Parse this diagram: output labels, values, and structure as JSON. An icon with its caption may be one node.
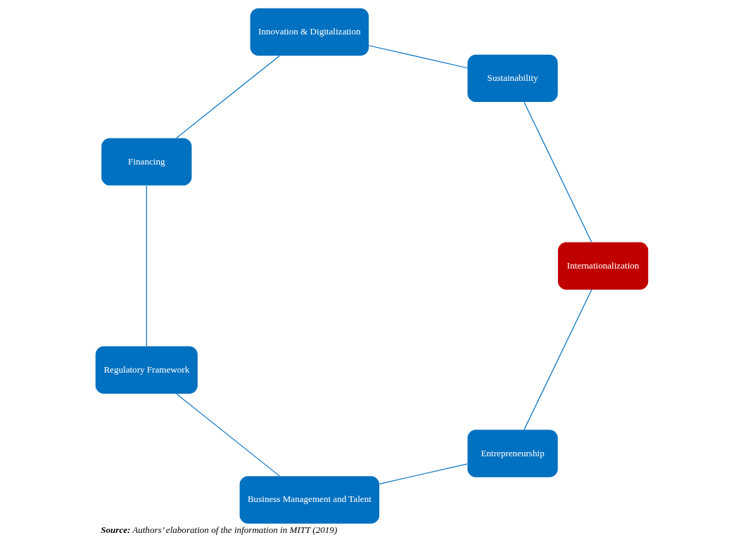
{
  "diagram": {
    "caption": "**Source:** *Authors’ elaboration of the information in MITT (2019)*",
    "nodes": [
      {
        "text": [
          "Entrepreneurship"
        ]
      },
      {
        "text": [
          "Business Management and Talent"
        ]
      },
      {
        "text": [
          "Regulatory Framework"
        ]
      },
      {
        "text": [
          "Financing"
        ]
      },
      {
        "text": [
          "Innovation & Digitalization"
        ]
      },
      {
        "text": [
          "Sustainability"
        ]
      },
      {
        "text": [
          "Internationalization"
        ]
      }
    ],
    "edges": [
      {
        "from": 0,
        "to": 1,
        "arrow": "none"
      },
      {
        "from": 1,
        "to": 2,
        "arrow": "none"
      },
      {
        "from": 2,
        "to": 3,
        "arrow": "none"
      },
      {
        "from": 3,
        "to": 4,
        "arrow": "none"
      },
      {
        "from": 4,
        "to": 5,
        "arrow": "none"
      },
      {
        "from": 5,
        "to": 6,
        "arrow": "none"
      },
      {
        "from": 6,
        "to": 0,
        "arrow": "none"
      }
    ]
  }
}
